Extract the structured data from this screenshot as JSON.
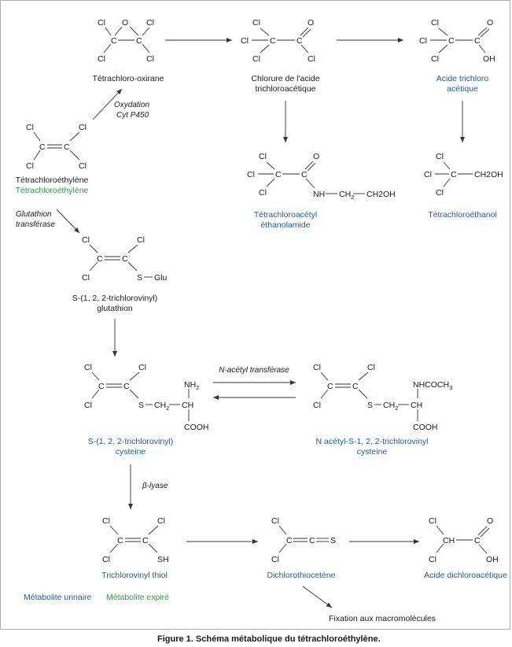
{
  "compounds": {
    "tetrachloro_oxirane": "Tétrachloro-oxirane",
    "chlorure_acide_l1": "Chlorure de l'acide",
    "chlorure_acide_l2": "trichloroacétique",
    "acide_trichloro_l1": "Acide trichloro",
    "acide_trichloro_l2": "acétique",
    "tetrachloroethylene": "Tétrachloroéthylène",
    "tetrachloroethylene_expired": "Tétrachloroéthylène",
    "ethanolamide_l1": "Tétrachloroacétyl",
    "ethanolamide_l2": "éthanolamide",
    "tetrachloroethanol": "Tétrachloroéthanol",
    "glutathion_l1": "S-(1, 2, 2-trichlorovinyl)",
    "glutathion_l2": "glutathion",
    "cysteine_l1": "S-(1, 2, 2-trichlorovinyl)",
    "cysteine_l2": "cysteine",
    "nacetyl_l1": "N acétyl-S-1, 2, 2-trichlorovinyl",
    "nacetyl_l2": "cysteine",
    "thiol": "Trichlorovinyl thiol",
    "dichlorothiocetene": "Dichlorothiocetène",
    "acide_dichloro": "Acide dichloroacétique",
    "fixation": "Fixation aux macromolécules"
  },
  "enzymes": {
    "oxydation_l1": "Oxydation",
    "oxydation_l2": "Cyt P450",
    "glutathion_l1": "Glutathion",
    "glutathion_l2": "transférase",
    "nacetyl": "N-acétyl transférase",
    "lyase": "β-lyase"
  },
  "legend": {
    "urinaire": "Métabolite urinaire",
    "expire": "Métabolite expiré"
  },
  "caption": "Figure 1. Schéma métabolique du tétrachloroéthylène.",
  "atoms": {
    "cl": "Cl",
    "c": "C",
    "o": "O",
    "oh": "OH",
    "s": "S",
    "sh": "SH",
    "ch": "CH",
    "glu": "Glu",
    "nh": "NH",
    "nh2": "NH",
    "two": "2",
    "ch2": "CH",
    "ch2oh": "CH2OH",
    "cooh": "COOH",
    "nhcoch3": "NHCOCH",
    "three": "3"
  },
  "colors": {
    "urinaire": "#1f5aa6",
    "expire": "#2e9a45"
  }
}
